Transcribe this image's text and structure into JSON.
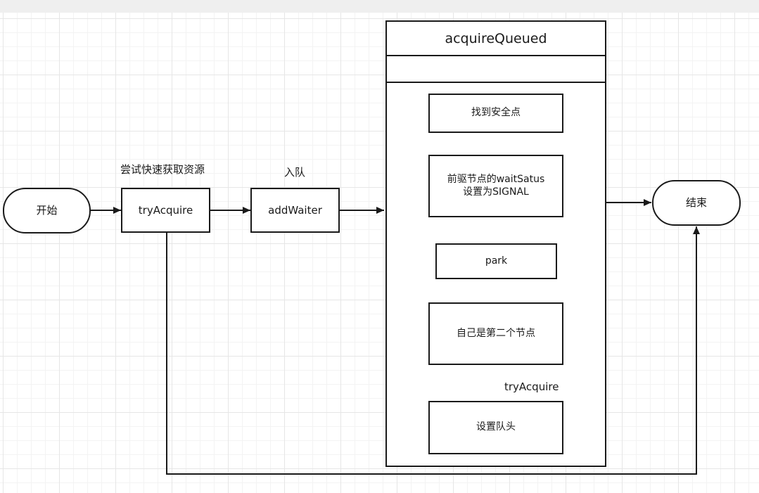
{
  "nodes": {
    "start": "开始",
    "try_acquire": "tryAcquire",
    "add_waiter": "addWaiter",
    "end": "结束"
  },
  "container": {
    "title": "acquireQueued",
    "steps": {
      "find_safe_point": "找到安全点",
      "set_signal_line1": "前驱节点的waitSatus",
      "set_signal_line2": "设置为SIGNAL",
      "park": "park",
      "is_second_node": "自己是第二个节点",
      "set_head": "设置队头"
    }
  },
  "labels": {
    "try_fast": "尝试快速获取资源",
    "enqueue": "入队",
    "try_acquire_edge": "tryAcquire"
  },
  "colors": {
    "stroke": "#1a1a1a",
    "grid": "#e6e6e6",
    "background": "#ffffff"
  }
}
